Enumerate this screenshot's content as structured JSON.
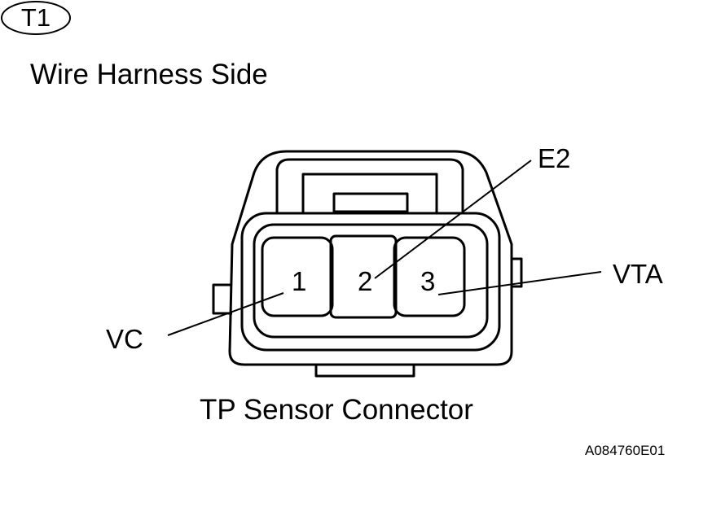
{
  "heading": "Wire Harness Side",
  "tag": "T1",
  "pins": [
    {
      "number": "1",
      "signal": "VC"
    },
    {
      "number": "2",
      "signal": "E2"
    },
    {
      "number": "3",
      "signal": "VTA"
    }
  ],
  "caption": "TP Sensor Connector",
  "figure_id": "A084760E01"
}
